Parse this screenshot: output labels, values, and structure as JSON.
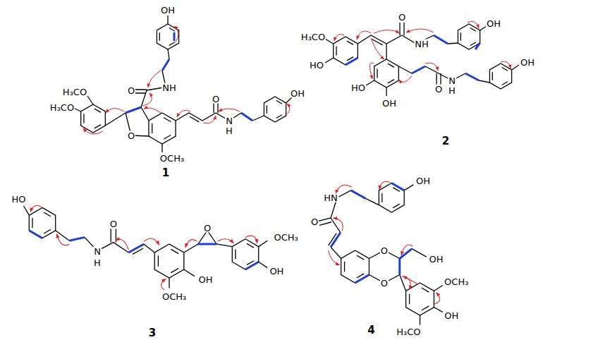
{
  "diagram": {
    "labels": [
      "OH",
      "O",
      "NH",
      "H₃CO",
      "H₃CO",
      "O",
      "OCH₃",
      "O",
      "N",
      "H",
      "OH",
      "1",
      "H₃CO",
      "HO",
      "O",
      "NH",
      "OH",
      "HO",
      "OH",
      "O",
      "N",
      "H",
      "OH",
      "2",
      "HO",
      "O",
      "N",
      "H",
      "O",
      "OCH₃",
      "OH",
      "OH",
      "OCH₃",
      "3",
      "HN",
      "OH",
      "O",
      "O",
      "O",
      "OH",
      "OCH₃",
      "OH",
      "H₃CO",
      "4"
    ]
  }
}
